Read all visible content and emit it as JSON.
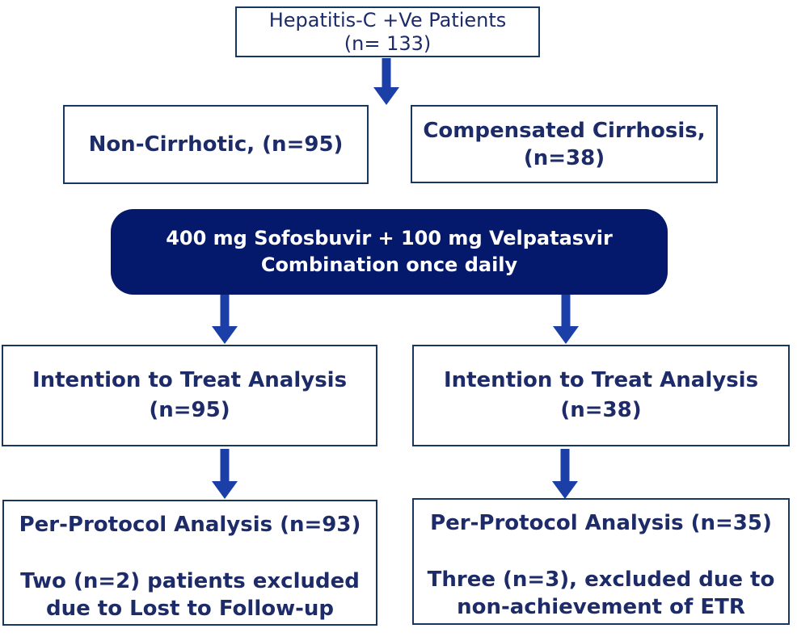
{
  "colors": {
    "background": "#ffffff",
    "box_border": "#17375e",
    "text_navy": "#1d2b68",
    "pill_fill": "#04196b",
    "pill_text": "#ffffff",
    "arrow_blue": "#1b3fa6"
  },
  "flowchart": {
    "top": {
      "line1": "Hepatitis-C +Ve Patients",
      "line2": "(n= 133)"
    },
    "non_cirrhotic": {
      "line1": "Non-Cirrhotic, (n=95)"
    },
    "compensated_cirrhosis": {
      "line1": "Compensated Cirrhosis,",
      "line2": "(n=38)"
    },
    "treatment": {
      "line1": "400 mg Sofosbuvir + 100 mg Velpatasvir",
      "line2": "Combination once daily"
    },
    "itt_left": {
      "line1": "Intention to Treat Analysis",
      "line2": "(n=95)"
    },
    "itt_right": {
      "line1": "Intention to Treat Analysis",
      "line2": "(n=38)"
    },
    "pp_left": {
      "line1": "Per-Protocol Analysis (n=93)",
      "line2": "Two (n=2) patients excluded",
      "line3": "due to Lost to Follow-up"
    },
    "pp_right": {
      "line1": "Per-Protocol Analysis (n=35)",
      "line2": "Three (n=3), excluded due to",
      "line3": "non-achievement of ETR"
    }
  }
}
